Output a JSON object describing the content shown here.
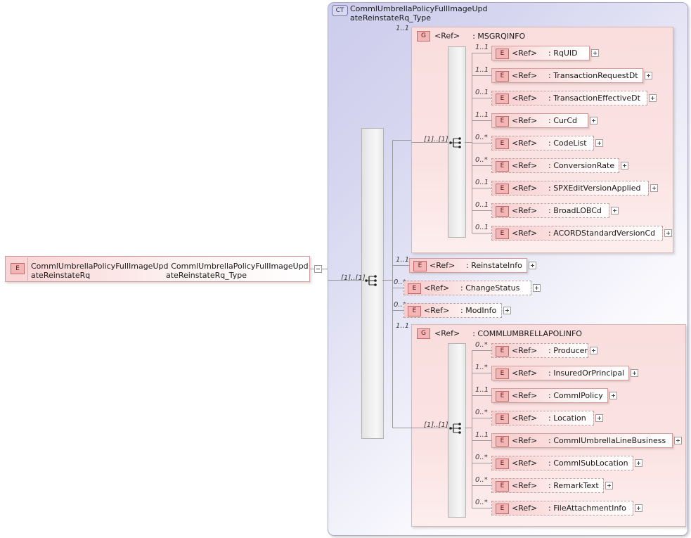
{
  "diagram": {
    "kind": "xsd-schema-diagram",
    "root_element": {
      "tag": "E",
      "name": "CommlUmbrellaPolicyFullImageUpd\nateReinstateRq",
      "type": ": CommlUmbrellaPolicyFullImageUpd\nateReinstateRq_Type",
      "expander": "minus"
    },
    "complex_type": {
      "tag": "CT",
      "title": "CommlUmbrellaPolicyFullImageUpd\nateReinstateRq_Type",
      "compositor_cardinality": "[1]..[1]",
      "compositor": "sequence"
    },
    "groups": [
      {
        "tag": "G",
        "ref": "<Ref>",
        "name": ": MSGRQINFO",
        "cardinality": "1..1",
        "compositor_cardinality": "[1]..[1]",
        "children": [
          {
            "tag": "E",
            "ref": "<Ref>",
            "name": ": RqUID",
            "cardinality": "1..1",
            "optional": false
          },
          {
            "tag": "E",
            "ref": "<Ref>",
            "name": ": TransactionRequestDt",
            "cardinality": "1..1",
            "optional": false
          },
          {
            "tag": "E",
            "ref": "<Ref>",
            "name": ": TransactionEffectiveDt",
            "cardinality": "0..1",
            "optional": true
          },
          {
            "tag": "E",
            "ref": "<Ref>",
            "name": ": CurCd",
            "cardinality": "1..1",
            "optional": false
          },
          {
            "tag": "E",
            "ref": "<Ref>",
            "name": ": CodeList",
            "cardinality": "0..*",
            "optional": true
          },
          {
            "tag": "E",
            "ref": "<Ref>",
            "name": ": ConversionRate",
            "cardinality": "0..*",
            "optional": true
          },
          {
            "tag": "E",
            "ref": "<Ref>",
            "name": ": SPXEditVersionApplied",
            "cardinality": "0..1",
            "optional": true
          },
          {
            "tag": "E",
            "ref": "<Ref>",
            "name": ": BroadLOBCd",
            "cardinality": "0..1",
            "optional": true
          },
          {
            "tag": "E",
            "ref": "<Ref>",
            "name": ": ACORDStandardVersionCd",
            "cardinality": "0..1",
            "optional": true
          }
        ]
      },
      {
        "tag": "G",
        "ref": "<Ref>",
        "name": ": COMMLUMBRELLAPOLINFO",
        "cardinality": "1..1",
        "compositor_cardinality": "[1]..[1]",
        "children": [
          {
            "tag": "E",
            "ref": "<Ref>",
            "name": ": Producer",
            "cardinality": "0..*",
            "optional": true
          },
          {
            "tag": "E",
            "ref": "<Ref>",
            "name": ": InsuredOrPrincipal",
            "cardinality": "1..*",
            "optional": false
          },
          {
            "tag": "E",
            "ref": "<Ref>",
            "name": ": CommlPolicy",
            "cardinality": "1..1",
            "optional": false
          },
          {
            "tag": "E",
            "ref": "<Ref>",
            "name": ": Location",
            "cardinality": "0..*",
            "optional": true
          },
          {
            "tag": "E",
            "ref": "<Ref>",
            "name": ": CommlUmbrellaLineBusiness",
            "cardinality": "1..1",
            "optional": false
          },
          {
            "tag": "E",
            "ref": "<Ref>",
            "name": ": CommlSubLocation",
            "cardinality": "0..*",
            "optional": true
          },
          {
            "tag": "E",
            "ref": "<Ref>",
            "name": ": RemarkText",
            "cardinality": "0..*",
            "optional": true
          },
          {
            "tag": "E",
            "ref": "<Ref>",
            "name": ": FileAttachmentInfo",
            "cardinality": "0..*",
            "optional": true
          }
        ]
      }
    ],
    "top_level_elements": [
      {
        "tag": "E",
        "ref": "<Ref>",
        "name": ": ReinstateInfo",
        "cardinality": "1..1",
        "optional": false
      },
      {
        "tag": "E",
        "ref": "<Ref>",
        "name": ": ChangeStatus",
        "cardinality": "0..*",
        "optional": true
      },
      {
        "tag": "E",
        "ref": "<Ref>",
        "name": ": ModInfo",
        "cardinality": "0..*",
        "optional": true
      }
    ],
    "colors": {
      "element_fill": "#f7cccc",
      "element_border": "#d49b9b",
      "group_fill": "#fadede",
      "complextype_fill": "#d6d6f0",
      "line": "#9a9a9a",
      "tag_fill": "#f3b6b6"
    }
  }
}
